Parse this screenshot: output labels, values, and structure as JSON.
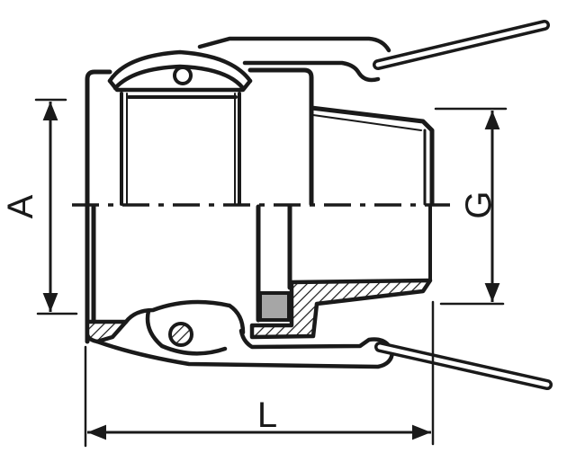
{
  "drawing": {
    "subject": "cam-lock coupling, female coupler with male thread (type B style), side view with half section",
    "colors": {
      "line": "#1a1a1a",
      "seal": "#a6a6a6",
      "background": "#ffffff"
    }
  },
  "dimensions": {
    "A": {
      "label": "A",
      "description": "coupling body outer diameter"
    },
    "G": {
      "label": "G",
      "description": "thread diameter"
    },
    "L": {
      "label": "L",
      "description": "overall length"
    }
  }
}
